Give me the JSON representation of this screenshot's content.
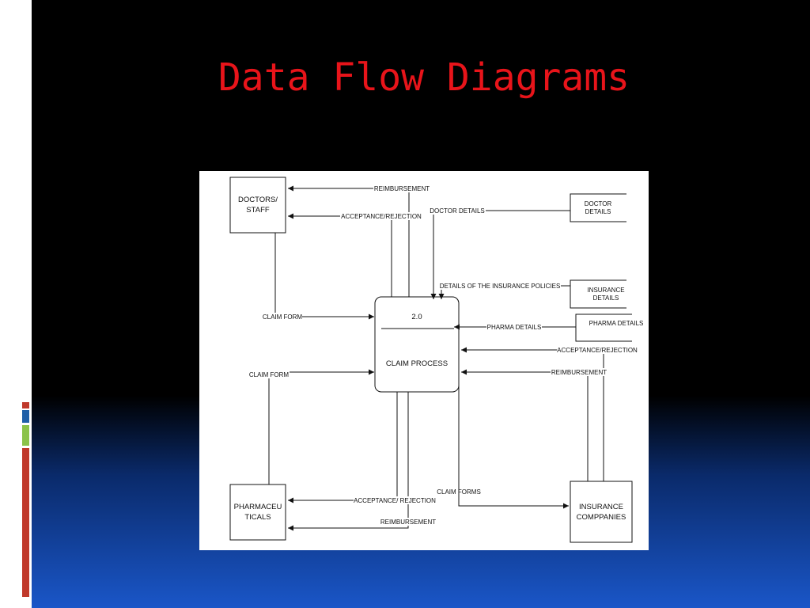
{
  "slide": {
    "title": "Data Flow Diagrams"
  },
  "diagram": {
    "entities": {
      "doctors_staff": [
        "DOCTORS/",
        "STAFF"
      ],
      "pharmaceuticals": [
        "PHARMACEU",
        "TICALS"
      ],
      "insurance_companies": [
        "INSURANCE",
        "COMPPANIES"
      ]
    },
    "data_stores": {
      "doctor_details": [
        "DOCTOR",
        "DETAILS"
      ],
      "insurance_details": [
        "INSURANCE",
        "DETAILS"
      ],
      "pharma_details": [
        "PHARMA DETAILS"
      ]
    },
    "process": {
      "number": "2.0",
      "name": "CLAIM PROCESS"
    },
    "flows": {
      "reimbursement_top": "REIMBURSEMENT",
      "acceptance_rejection_top": "ACCEPTANCE/REJECTION",
      "doctor_details": "DOCTOR DETAILS",
      "insurance_policies": "DETAILS OF THE INSURANCE POLICIES",
      "pharma_details": "PHARMA DETAILS",
      "acceptance_rejection_right": "ACCEPTANCE/REJECTION",
      "reimbursement_right": "REIMBURSEMENT",
      "claim_form_doctors": "CLAIM FORM",
      "claim_form_pharma": "CLAIM FORM",
      "claim_forms_insurance": "CLAIM FORMS",
      "acceptance_rejection_bottom": "ACCEPTANCE/ REJECTION",
      "reimbursement_bottom": "REIMBURSEMENT"
    }
  },
  "decor": {
    "bar_colors": [
      "#c0392b",
      "#1f5fa8",
      "#8bc34a",
      "#c0392b"
    ]
  }
}
